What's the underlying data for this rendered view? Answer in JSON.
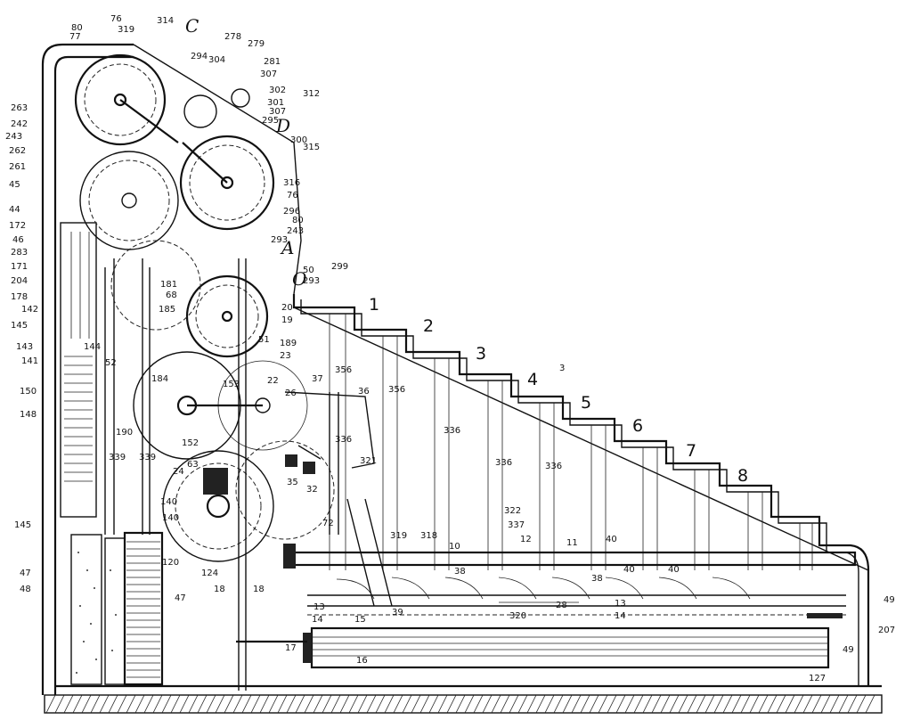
{
  "steps": [
    {
      "key": "s1",
      "text": "1"
    },
    {
      "key": "s2",
      "text": "2"
    },
    {
      "key": "s3",
      "text": "3"
    },
    {
      "key": "s4",
      "text": "4"
    },
    {
      "key": "s5",
      "text": "5"
    },
    {
      "key": "s6",
      "text": "6"
    },
    {
      "key": "s7",
      "text": "7"
    },
    {
      "key": "s8",
      "text": "8"
    }
  ],
  "letters": [
    {
      "key": "c_top",
      "text": "C"
    },
    {
      "key": "d_mid",
      "text": "D"
    },
    {
      "key": "a_mid",
      "text": "A"
    },
    {
      "key": "o_mid",
      "text": "O"
    }
  ],
  "labels": [
    {
      "key": "n314",
      "text": "314"
    },
    {
      "key": "n319",
      "text": "319"
    },
    {
      "key": "n76a",
      "text": "76"
    },
    {
      "key": "n80a",
      "text": "80"
    },
    {
      "key": "n77",
      "text": "77"
    },
    {
      "key": "n278",
      "text": "278"
    },
    {
      "key": "n279",
      "text": "279"
    },
    {
      "key": "n294",
      "text": "294"
    },
    {
      "key": "n304",
      "text": "304"
    },
    {
      "key": "n281",
      "text": "281"
    },
    {
      "key": "n307a",
      "text": "307"
    },
    {
      "key": "n302",
      "text": "302"
    },
    {
      "key": "n312",
      "text": "312"
    },
    {
      "key": "n301",
      "text": "301"
    },
    {
      "key": "n307b",
      "text": "307"
    },
    {
      "key": "n295",
      "text": "295"
    },
    {
      "key": "n300",
      "text": "300"
    },
    {
      "key": "n315",
      "text": "315"
    },
    {
      "key": "n316",
      "text": "316"
    },
    {
      "key": "n76b",
      "text": "76"
    },
    {
      "key": "n296",
      "text": "296"
    },
    {
      "key": "n80b",
      "text": "80"
    },
    {
      "key": "n243b",
      "text": "243"
    },
    {
      "key": "n293a",
      "text": "293"
    },
    {
      "key": "n50",
      "text": "50"
    },
    {
      "key": "n299",
      "text": "299"
    },
    {
      "key": "n293b",
      "text": "293"
    },
    {
      "key": "n263",
      "text": "263"
    },
    {
      "key": "n242",
      "text": "242"
    },
    {
      "key": "n243a",
      "text": "243"
    },
    {
      "key": "n262",
      "text": "262"
    },
    {
      "key": "n261",
      "text": "261"
    },
    {
      "key": "n45",
      "text": "45"
    },
    {
      "key": "n44",
      "text": "44"
    },
    {
      "key": "n172",
      "text": "172"
    },
    {
      "key": "n46a",
      "text": "46"
    },
    {
      "key": "n283",
      "text": "283"
    },
    {
      "key": "n171",
      "text": "171"
    },
    {
      "key": "n204",
      "text": "204"
    },
    {
      "key": "n178",
      "text": "178"
    },
    {
      "key": "n142",
      "text": "142"
    },
    {
      "key": "n145a",
      "text": "145"
    },
    {
      "key": "n143",
      "text": "143"
    },
    {
      "key": "n141",
      "text": "141"
    },
    {
      "key": "n150",
      "text": "150"
    },
    {
      "key": "n148",
      "text": "148"
    },
    {
      "key": "n145b",
      "text": "145"
    },
    {
      "key": "n47a",
      "text": "47"
    },
    {
      "key": "n48",
      "text": "48"
    },
    {
      "key": "n47b",
      "text": "47"
    },
    {
      "key": "n181",
      "text": "181"
    },
    {
      "key": "n68",
      "text": "68"
    },
    {
      "key": "n185",
      "text": "185"
    },
    {
      "key": "n52",
      "text": "52"
    },
    {
      "key": "n144",
      "text": "144"
    },
    {
      "key": "n189",
      "text": "189"
    },
    {
      "key": "n23",
      "text": "23"
    },
    {
      "key": "n51",
      "text": "51"
    },
    {
      "key": "n19",
      "text": "19"
    },
    {
      "key": "n20",
      "text": "20"
    },
    {
      "key": "n356a",
      "text": "356"
    },
    {
      "key": "n356b",
      "text": "356"
    },
    {
      "key": "n336a",
      "text": "336"
    },
    {
      "key": "n336b",
      "text": "336"
    },
    {
      "key": "n336c",
      "text": "336"
    },
    {
      "key": "n336d",
      "text": "336"
    },
    {
      "key": "n36",
      "text": "36"
    },
    {
      "key": "n37",
      "text": "37"
    },
    {
      "key": "n26",
      "text": "26"
    },
    {
      "key": "n22",
      "text": "22"
    },
    {
      "key": "n153",
      "text": "153"
    },
    {
      "key": "n184",
      "text": "184"
    },
    {
      "key": "n152",
      "text": "152"
    },
    {
      "key": "n190",
      "text": "190"
    },
    {
      "key": "n339a",
      "text": "339"
    },
    {
      "key": "n339b",
      "text": "339"
    },
    {
      "key": "n24",
      "text": "24"
    },
    {
      "key": "n63",
      "text": "63"
    },
    {
      "key": "n140a",
      "text": "140"
    },
    {
      "key": "n140b",
      "text": "140"
    },
    {
      "key": "n120",
      "text": "120"
    },
    {
      "key": "n124",
      "text": "124"
    },
    {
      "key": "n18a",
      "text": "18"
    },
    {
      "key": "n18b",
      "text": "18"
    },
    {
      "key": "n321",
      "text": "321"
    },
    {
      "key": "n32",
      "text": "32"
    },
    {
      "key": "n35",
      "text": "35"
    },
    {
      "key": "n322",
      "text": "322"
    },
    {
      "key": "n337",
      "text": "337"
    },
    {
      "key": "n12",
      "text": "12"
    },
    {
      "key": "n11",
      "text": "11"
    },
    {
      "key": "n40a",
      "text": "40"
    },
    {
      "key": "n40b",
      "text": "40"
    },
    {
      "key": "n40c",
      "text": "40"
    },
    {
      "key": "n38a",
      "text": "38"
    },
    {
      "key": "n38b",
      "text": "38"
    },
    {
      "key": "n319b",
      "text": "319"
    },
    {
      "key": "n318",
      "text": "318"
    },
    {
      "key": "n10",
      "text": "10"
    },
    {
      "key": "n72",
      "text": "72"
    },
    {
      "key": "n13a",
      "text": "13"
    },
    {
      "key": "n13b",
      "text": "13"
    },
    {
      "key": "n14a",
      "text": "14"
    },
    {
      "key": "n14b",
      "text": "14"
    },
    {
      "key": "n15",
      "text": "15"
    },
    {
      "key": "n39",
      "text": "39"
    },
    {
      "key": "n28",
      "text": "28"
    },
    {
      "key": "n320",
      "text": "320"
    },
    {
      "key": "n49a",
      "text": "49"
    },
    {
      "key": "n49b",
      "text": "49"
    },
    {
      "key": "n207",
      "text": "207"
    },
    {
      "key": "n127",
      "text": "127"
    },
    {
      "key": "n17",
      "text": "17"
    },
    {
      "key": "n16",
      "text": "16"
    },
    {
      "key": "n3small",
      "text": "3"
    }
  ]
}
